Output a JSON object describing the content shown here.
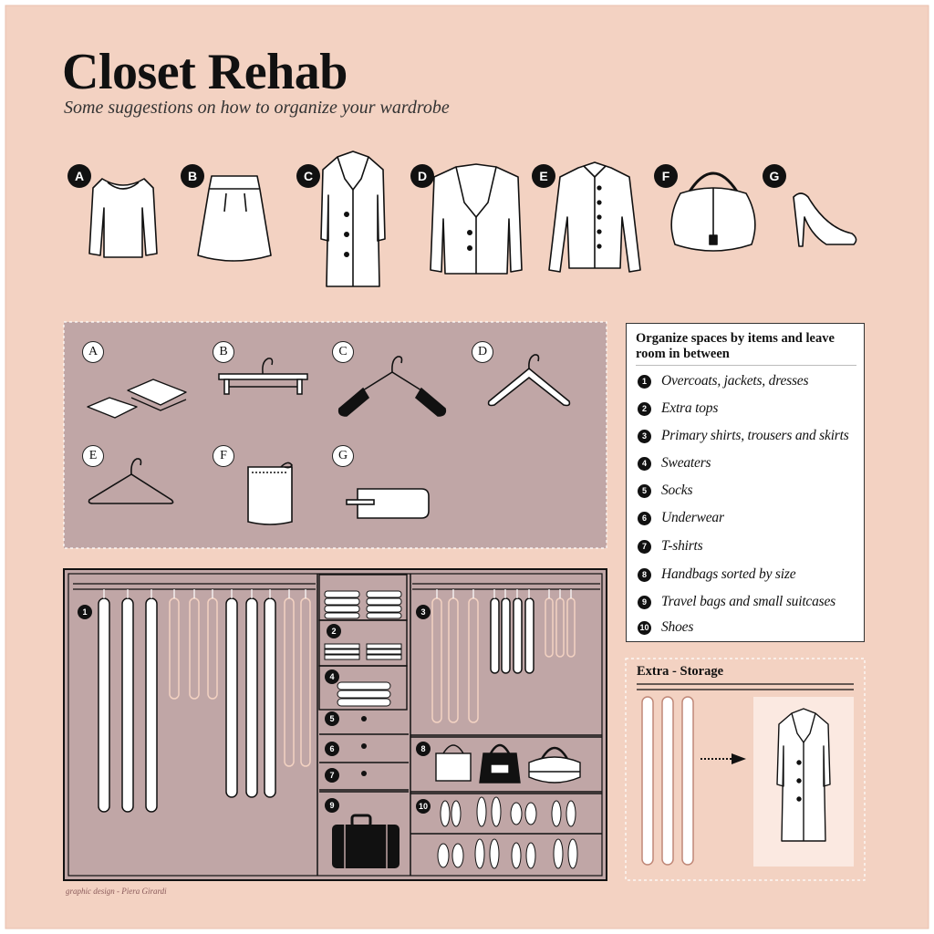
{
  "header": {
    "title": "Closet Rehab",
    "subtitle": "Some suggestions on how to organize your wardrobe"
  },
  "garments": [
    {
      "letter": "A",
      "icon": "blouse-icon"
    },
    {
      "letter": "B",
      "icon": "skirt-icon"
    },
    {
      "letter": "C",
      "icon": "long-coat-icon"
    },
    {
      "letter": "D",
      "icon": "blazer-icon"
    },
    {
      "letter": "E",
      "icon": "shirt-icon"
    },
    {
      "letter": "F",
      "icon": "handbag-icon"
    },
    {
      "letter": "G",
      "icon": "high-heel-shoe-icon"
    }
  ],
  "tools": [
    {
      "letter": "A",
      "icon": "tissue-paper-icon"
    },
    {
      "letter": "B",
      "icon": "clip-hanger-icon"
    },
    {
      "letter": "C",
      "icon": "padded-hanger-icon"
    },
    {
      "letter": "D",
      "icon": "wooden-hanger-icon"
    },
    {
      "letter": "E",
      "icon": "slim-hanger-icon"
    },
    {
      "letter": "F",
      "icon": "drawstring-bag-icon"
    },
    {
      "letter": "G",
      "icon": "label-tag-icon"
    }
  ],
  "legend": {
    "title": "Organize spaces by items and leave room in between",
    "items": [
      {
        "num": "1",
        "label": "Overcoats, jackets, dresses"
      },
      {
        "num": "2",
        "label": "Extra tops"
      },
      {
        "num": "3",
        "label": "Primary shirts, trousers and skirts"
      },
      {
        "num": "4",
        "label": "Sweaters"
      },
      {
        "num": "5",
        "label": "Socks"
      },
      {
        "num": "6",
        "label": "Underwear"
      },
      {
        "num": "7",
        "label": "T-shirts"
      },
      {
        "num": "8",
        "label": "Handbags sorted by size"
      },
      {
        "num": "9",
        "label": "Travel bags and small suitcases"
      },
      {
        "num": "10",
        "label": "Shoes"
      }
    ]
  },
  "closet": {
    "sections": [
      "1",
      "2",
      "3",
      "4",
      "5",
      "6",
      "7",
      "8",
      "9",
      "10"
    ]
  },
  "storage": {
    "title": "Extra - Storage",
    "icons": [
      "hanging-garment-icon",
      "arrow-right-icon",
      "stored-coat-icon"
    ]
  },
  "credit": "graphic design - Piera Girardi",
  "colors": {
    "background": "#f3d2c2",
    "panel": "#c0a6a6",
    "ink": "#111111",
    "outline_light": "#e3b49e"
  }
}
